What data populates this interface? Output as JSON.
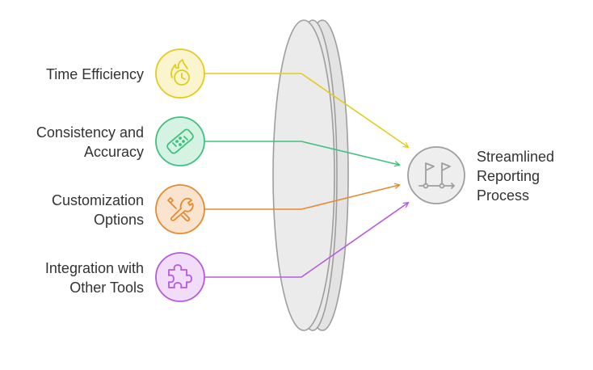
{
  "inputs": [
    {
      "id": "time",
      "line1": "Time Efficiency",
      "line2": "",
      "icon": "fire-clock-icon",
      "color": "#E2CC1B",
      "fill": "#FBF5CF"
    },
    {
      "id": "consistency",
      "line1": "Consistency and",
      "line2": "Accuracy",
      "icon": "bandage-icon",
      "color": "#3CC27C",
      "fill": "#D5F3E3"
    },
    {
      "id": "customization",
      "line1": "Customization",
      "line2": "Options",
      "icon": "wrench-icon",
      "color": "#E58A2E",
      "fill": "#FBE4CF"
    },
    {
      "id": "integration",
      "line1": "Integration with",
      "line2": "Other Tools",
      "icon": "puzzle-piece-icon",
      "color": "#B55AE0",
      "fill": "#F1DDFA"
    }
  ],
  "output": {
    "line1": "Streamlined",
    "line2": "Reporting",
    "line3": "Process",
    "icon": "milestone-flags-icon",
    "color": "#9E9E9E",
    "fill": "#EEEEEE"
  },
  "lens": {
    "fill": "#EBEBEB",
    "stroke": "#9E9E9E"
  }
}
